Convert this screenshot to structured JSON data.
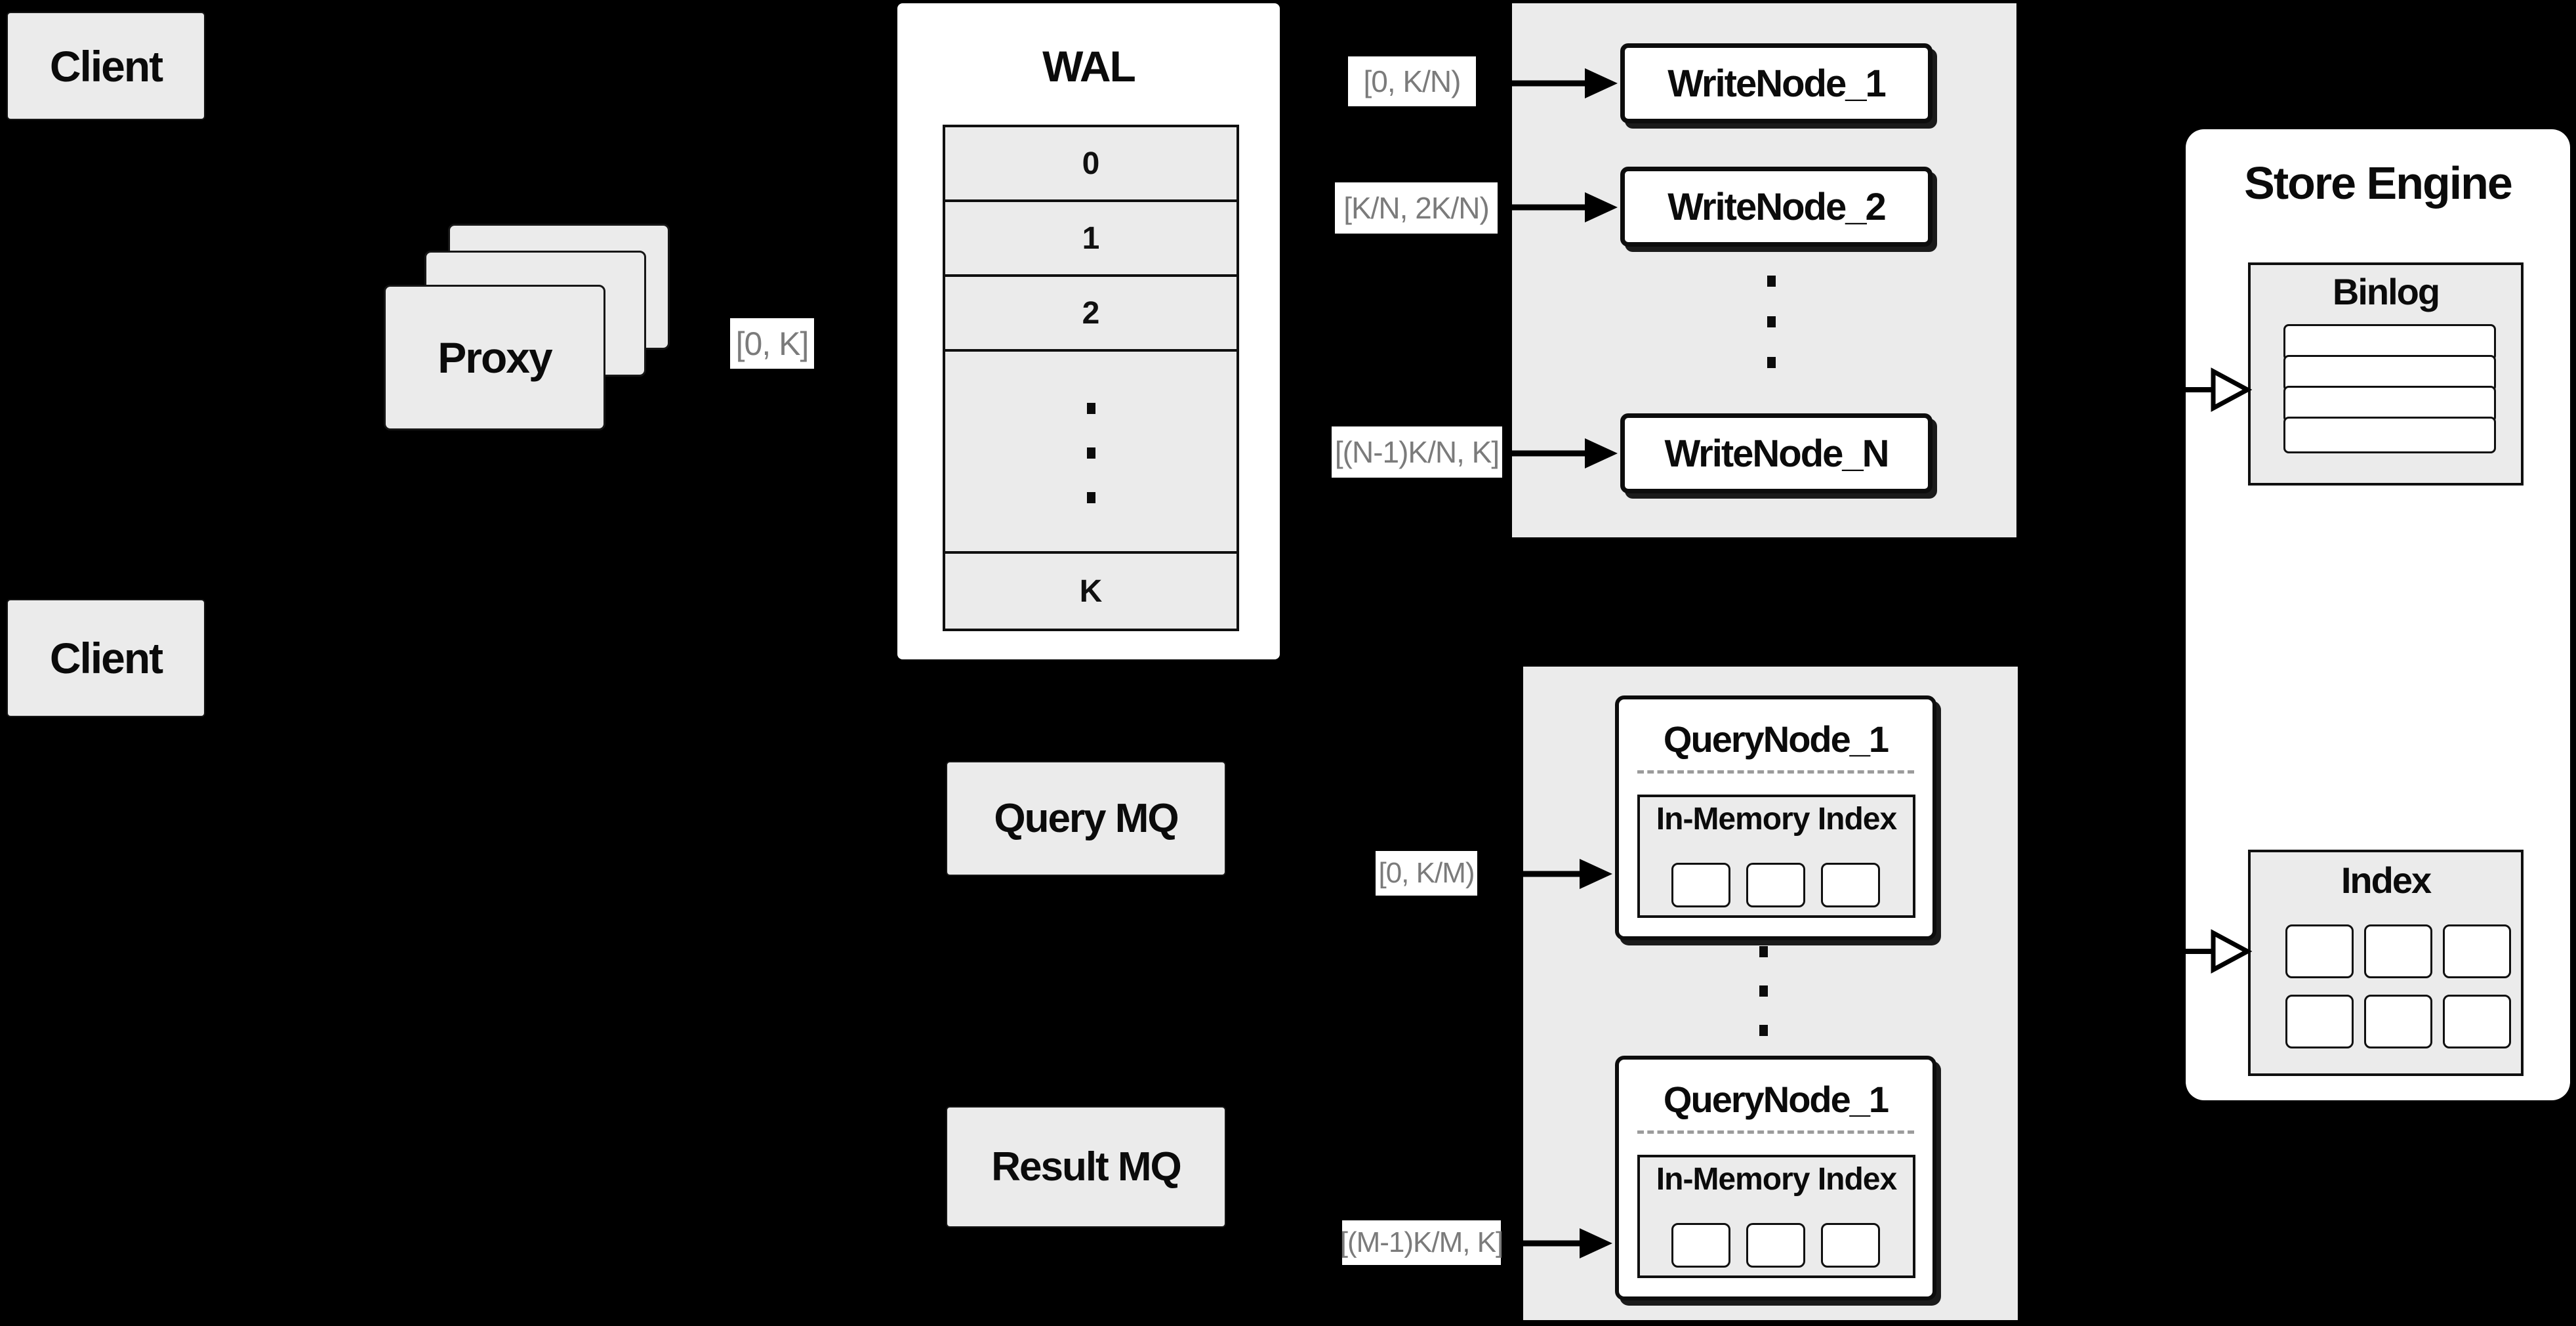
{
  "diagram": {
    "clients": {
      "top_label": "Client",
      "bottom_label": "Client"
    },
    "proxy": {
      "label": "Proxy",
      "range_out": "[0, K]"
    },
    "wal": {
      "title": "WAL",
      "segments": [
        "0",
        "1",
        "2"
      ],
      "last_segment_label": "K"
    },
    "write_cluster": {
      "nodes": [
        {
          "label": "WriteNode_1",
          "range": "[0, K/N)"
        },
        {
          "label": "WriteNode_2",
          "range": "[K/N, 2K/N)"
        },
        {
          "label": "WriteNode_N",
          "range": "[(N-1)K/N, K]"
        }
      ]
    },
    "store_engine": {
      "title": "Store Engine",
      "binlog": {
        "title": "Binlog"
      },
      "index": {
        "title": "Index"
      }
    },
    "mq": {
      "query_label": "Query MQ",
      "result_label": "Result MQ"
    },
    "query_cluster": {
      "nodes": [
        {
          "label": "QueryNode_1",
          "inner_title": "In-Memory Index",
          "range": "[0, K/M)"
        },
        {
          "label": "QueryNode_1",
          "inner_title": "In-Memory Index",
          "range": "[(M-1)K/M, K]"
        }
      ]
    },
    "colors": {
      "background": "#000000",
      "panel_gray": "#ebebeb",
      "box_white": "#ffffff",
      "line_black": "#000000",
      "label_gray": "#7b7b7b"
    }
  }
}
